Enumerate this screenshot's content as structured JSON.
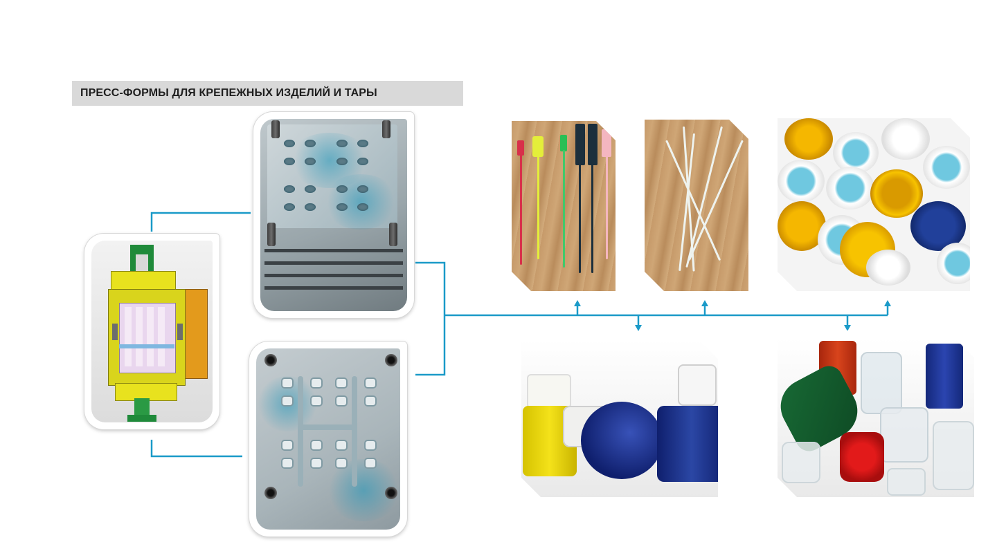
{
  "title": "ПРЕСС-ФОРМЫ ДЛЯ КРЕПЕЖНЫХ ИЗДЕЛИЙ И ТАРЫ",
  "colors": {
    "connector": "#1a9ac8",
    "title_band": "#d9d9d9",
    "title_text": "#1e1e1e"
  },
  "images": [
    {
      "name": "mold-cad-drawing"
    },
    {
      "name": "mold-half-top-photo"
    },
    {
      "name": "mold-half-bottom-photo"
    },
    {
      "name": "seal-locks-photo"
    },
    {
      "name": "cable-ties-photo"
    },
    {
      "name": "bottle-caps-photo"
    },
    {
      "name": "sport-caps-photo"
    },
    {
      "name": "colored-caps-photo"
    }
  ]
}
